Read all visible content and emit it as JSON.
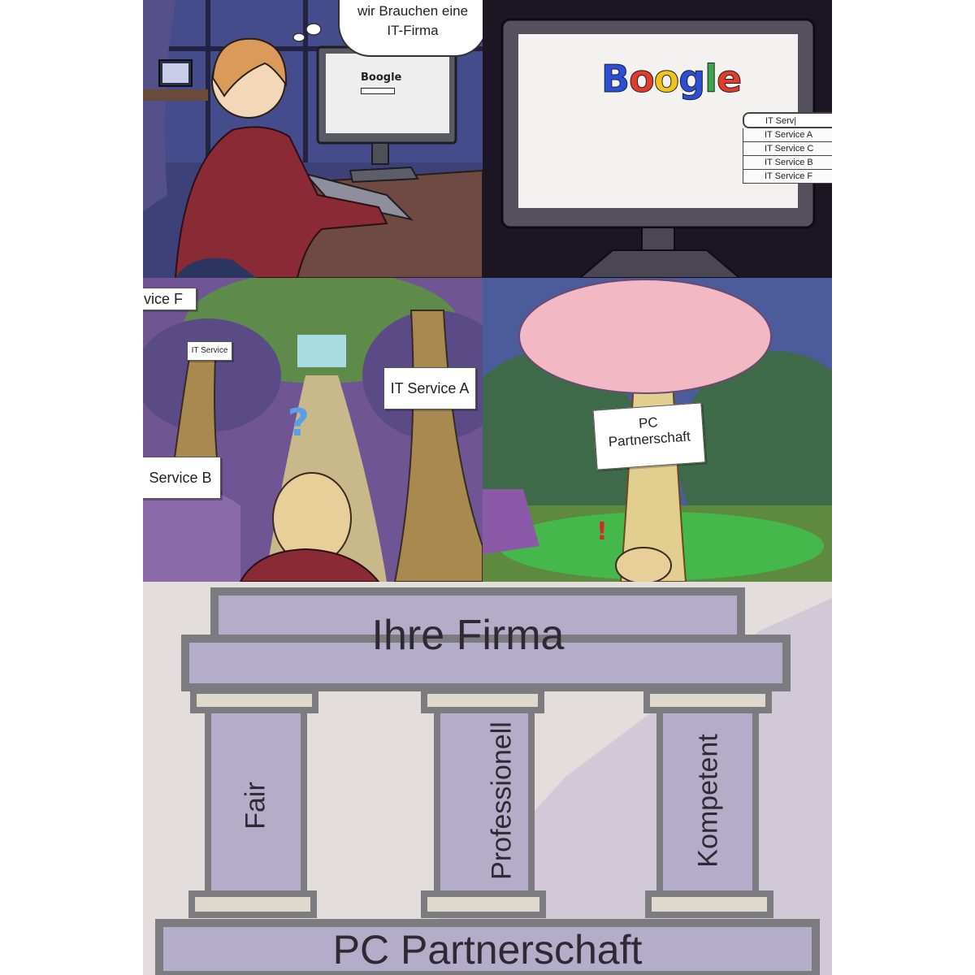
{
  "panel1": {
    "thought": "wir Brauchen eine IT-Firma",
    "thought_line1": "wir Brauchen eine",
    "thought_line2": "IT-Firma",
    "screen_logo": "Boogle"
  },
  "panel2": {
    "logo": "Boogle",
    "logo_letters": [
      {
        "char": "B",
        "color": "#2a4fd6"
      },
      {
        "char": "o",
        "color": "#e13b2c"
      },
      {
        "char": "o",
        "color": "#f2c31b"
      },
      {
        "char": "g",
        "color": "#2a4fd6"
      },
      {
        "char": "l",
        "color": "#3aa74a"
      },
      {
        "char": "e",
        "color": "#e13b2c"
      }
    ],
    "search_value": "IT Serv|",
    "suggestions": [
      "IT Service A",
      "IT Service C",
      "IT Service B",
      "IT Service F"
    ]
  },
  "panel3": {
    "sign_top_left": "vice F",
    "sign_small": "IT Service",
    "sign_right": "IT Service A",
    "sign_bottom_left": "Service B"
  },
  "panel4": {
    "sign_line1": "PC",
    "sign_line2": "Partnerschaft"
  },
  "panel5": {
    "roof_text": "Ihre Firma",
    "pillars": [
      "Fair",
      "Professionell",
      "Kompetent"
    ],
    "base_text": "PC Partnerschaft"
  },
  "colors": {
    "forest_purple": "#7a5a9a",
    "tree_pink": "#f2b8c4",
    "stone": "#b3abc8",
    "stone_light": "#ddd8cf"
  }
}
